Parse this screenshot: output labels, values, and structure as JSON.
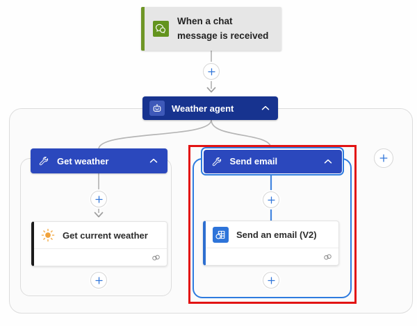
{
  "trigger": {
    "title": "When a chat message is received",
    "icon": "chat-bubbles-icon"
  },
  "agent": {
    "label": "Weather agent",
    "icon": "robot-icon",
    "collapse_icon": "chevron-up-icon"
  },
  "tools": {
    "get_weather": {
      "header": "Get weather",
      "header_icon": "wrench-icon",
      "collapse_icon": "chevron-up-icon",
      "action": {
        "title": "Get current weather",
        "icon": "sun-icon",
        "footer_icon": "link-icon"
      }
    },
    "send_email": {
      "header": "Send email",
      "header_icon": "wrench-icon",
      "collapse_icon": "chevron-up-icon",
      "selected": true,
      "action": {
        "title": "Send an email (V2)",
        "icon": "outlook-icon",
        "footer_icon": "link-icon"
      }
    }
  },
  "icons": {
    "chat-bubbles-icon": "two overlapping speech bubbles",
    "robot-icon": "bot head",
    "wrench-icon": "wrench",
    "chevron-up-icon": "collapse chevron",
    "sun-icon": "sun with rays",
    "outlook-icon": "outlook grid with ring",
    "link-icon": "interlocked rings",
    "plus-icon": "+"
  },
  "colors": {
    "agent_header_blue": "#17338f",
    "tool_header_blue": "#2b48bd",
    "selection_outline_blue": "#2e7bdf",
    "trigger_green": "#63941e",
    "trigger_background_gray": "#e6e6e6",
    "annotation_red": "#e21313",
    "connector_gray": "#b5b5b5",
    "connector_selected_blue": "#4285e0",
    "plus_blue": "#3176d9",
    "outlook_blue": "#2e74d9",
    "sun_orange": "#f0a23a",
    "action_bar_black": "#1b1b1b",
    "action_bar_blue": "#2e6fd0"
  }
}
